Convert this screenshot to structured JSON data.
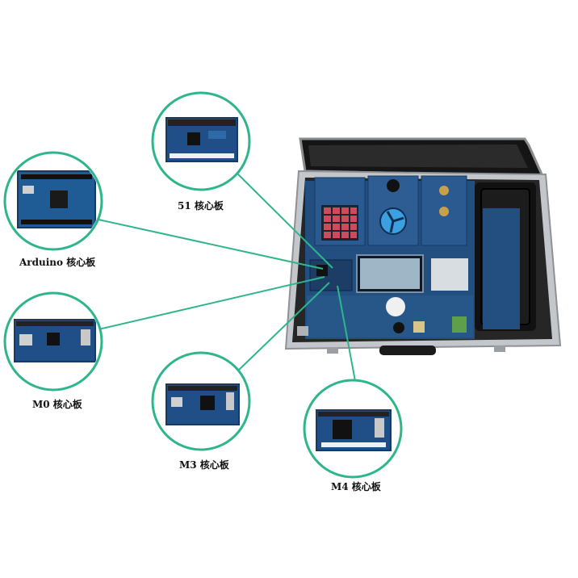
{
  "callouts": {
    "c51": {
      "label": "51 核心板"
    },
    "arduino": {
      "label": "Arduino 核心板"
    },
    "m0": {
      "label": "M0 核心板"
    },
    "m3": {
      "label": "M3 核心板"
    },
    "m4": {
      "label": "M4 核心板"
    }
  },
  "colors": {
    "ring": "#2fb58c",
    "pcb": "#1f4f86",
    "pcb_dark": "#163a63",
    "case_frame": "#b9bcc0",
    "case_inner": "#2a2a2a",
    "lid": "#1a1a1a"
  }
}
